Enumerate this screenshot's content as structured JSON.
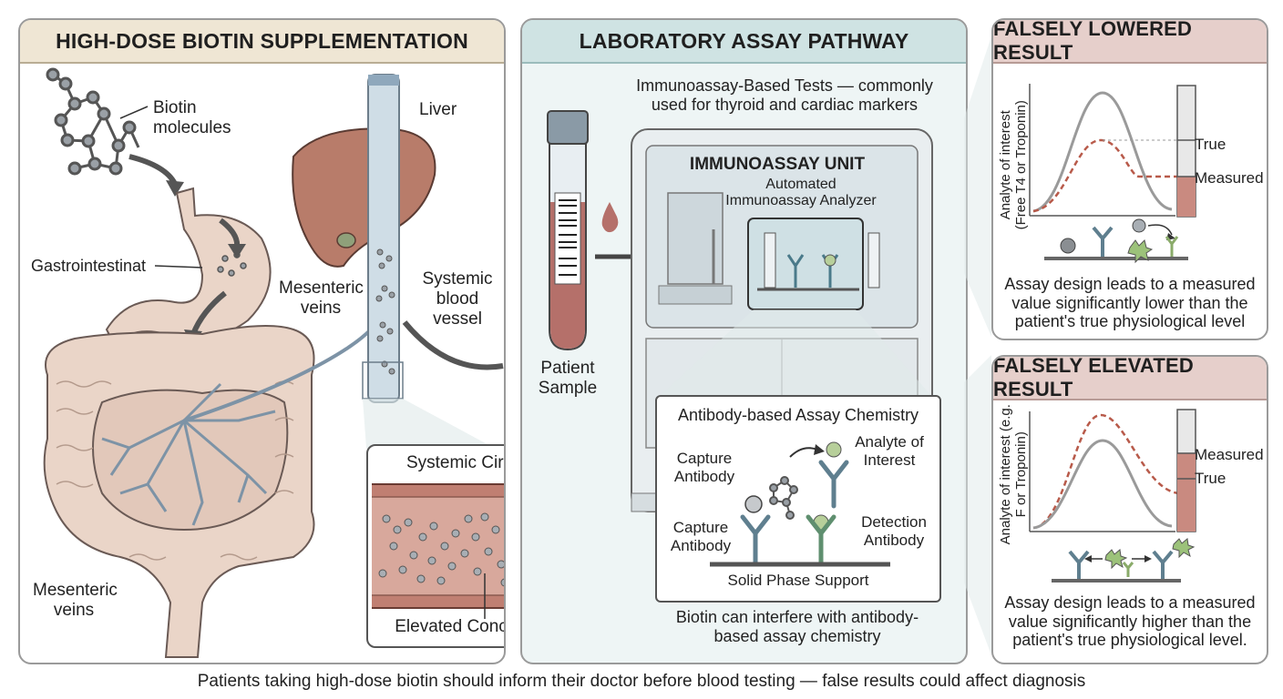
{
  "panels": {
    "biotin": {
      "title": "HIGH-DOSE BIOTIN SUPPLEMENTATION",
      "biotin_molecules": "Biotin molecules",
      "gastrointestinal": "Gastrointestinat",
      "liver": "Liver",
      "mesenteric_veins_upper": "Mesenteric veins",
      "systemic_vessel": "Systemic blood vessel",
      "mesenteric_veins_lower": "Mesenteric veins",
      "circulation_title": "Systemic Circulation",
      "circulation_caption": "Elevated Concentration"
    },
    "assay": {
      "title": "LABORATORY ASSAY PATHWAY",
      "intro": "Immunoassay-Based Tests — commonly used for thyroid and cardiac markers",
      "patient_sample": "Patient Sample",
      "unit_title": "IMMUNOASSAY UNIT",
      "unit_subtitle": "Automated Immunoassay Analyzer",
      "chemistry_title": "Antibody-based Assay Chemistry",
      "capture_antibody_1": "Capture Antibody",
      "analyte": "Analyte of Interest",
      "capture_antibody_2": "Capture Antibody",
      "detection_antibody": "Detection Antibody",
      "solid_phase": "Solid Phase Support",
      "interference_note": "Biotin can interfere with antibody-based assay chemistry"
    },
    "lowered": {
      "title": "FALSELY LOWERED RESULT",
      "axis_label": "Analyte of interest (Free T4 or Troponin)",
      "true_label": "True",
      "measured_label": "Measured",
      "description": "Assay design leads to a measured value significantly lower than the patient's true physiological level"
    },
    "elevated": {
      "title": "FALSELY ELEVATED RESULT",
      "axis_label": "Analyte of interest (e.g. F or Troponin)",
      "measured_label": "Measured",
      "true_label": "True",
      "description": "Assay design leads to a measured value significantly higher than the patient's true physiological level."
    }
  },
  "footer": "Patients taking high-dose biotin should inform their doctor before blood testing — false results could affect diagnosis",
  "colors": {
    "biotin_header": "#efe6d4",
    "assay_header": "#cfe3e3",
    "result_header": "#e6cfcb",
    "measured_curve": "#b85a4a",
    "true_curve": "#9a9a9a",
    "vein": "#7d93a6",
    "organ": "#e6cfc2",
    "liver": "#b87c6a"
  }
}
